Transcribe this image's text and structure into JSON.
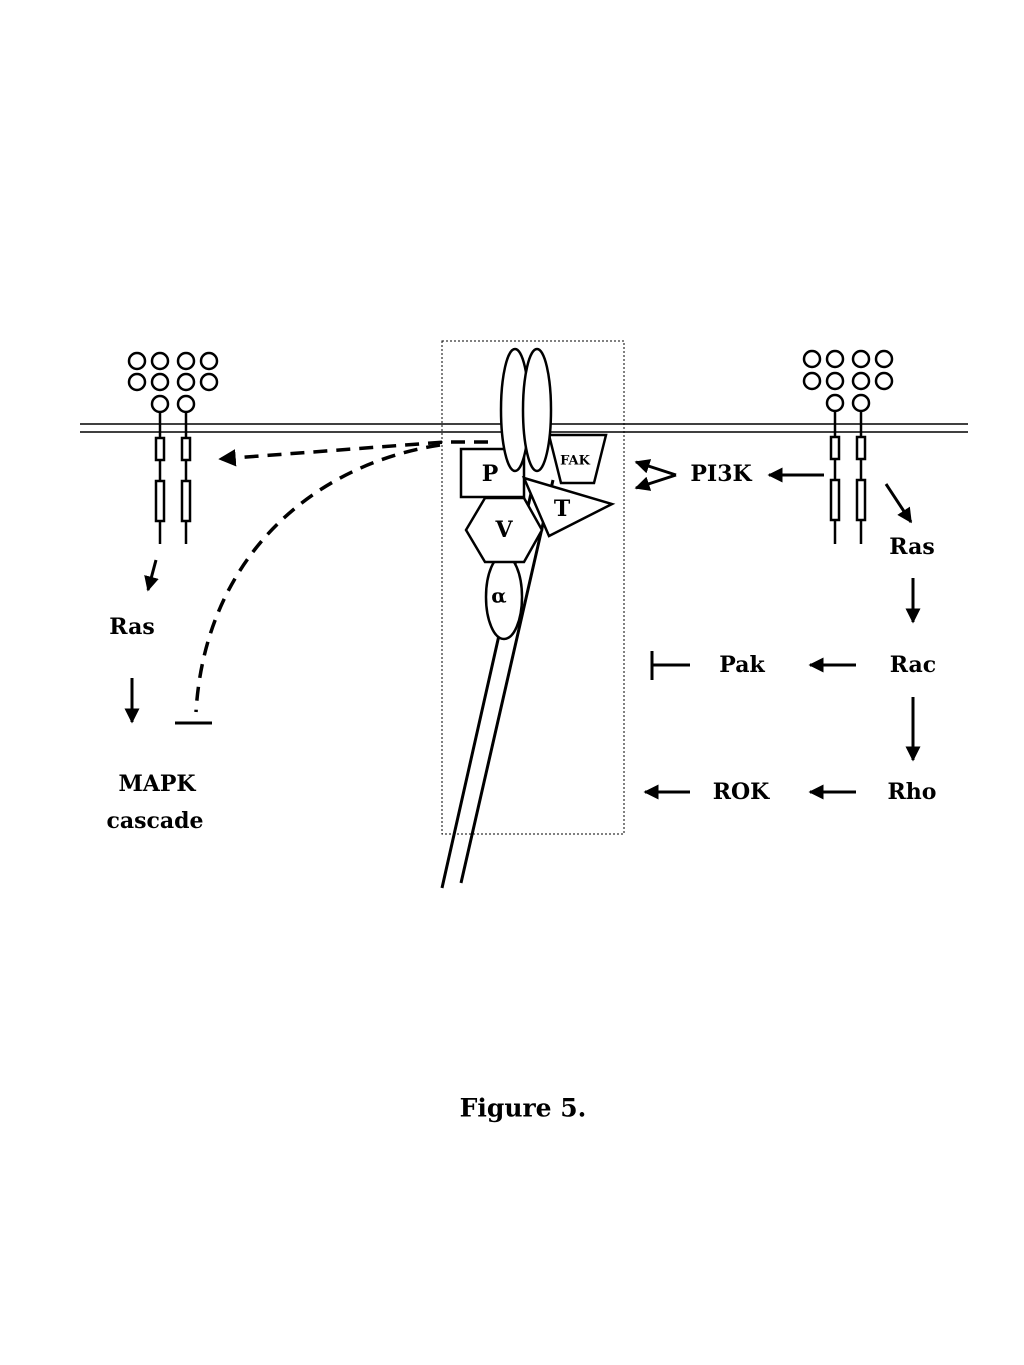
{
  "complex": {
    "paxillin": "P",
    "vinculin": "V",
    "alpha_actinin": "α",
    "talin": "T",
    "fak": "FAK"
  },
  "left_pathway": {
    "ras": "Ras",
    "mapk_line1": "MAPK",
    "mapk_line2": "cascade"
  },
  "right_pathway": {
    "pi3k": "PI3K",
    "ras": "Ras",
    "rac": "Rac",
    "pak": "Pak",
    "rho": "Rho",
    "rok": "ROK"
  },
  "caption": "Figure 5."
}
